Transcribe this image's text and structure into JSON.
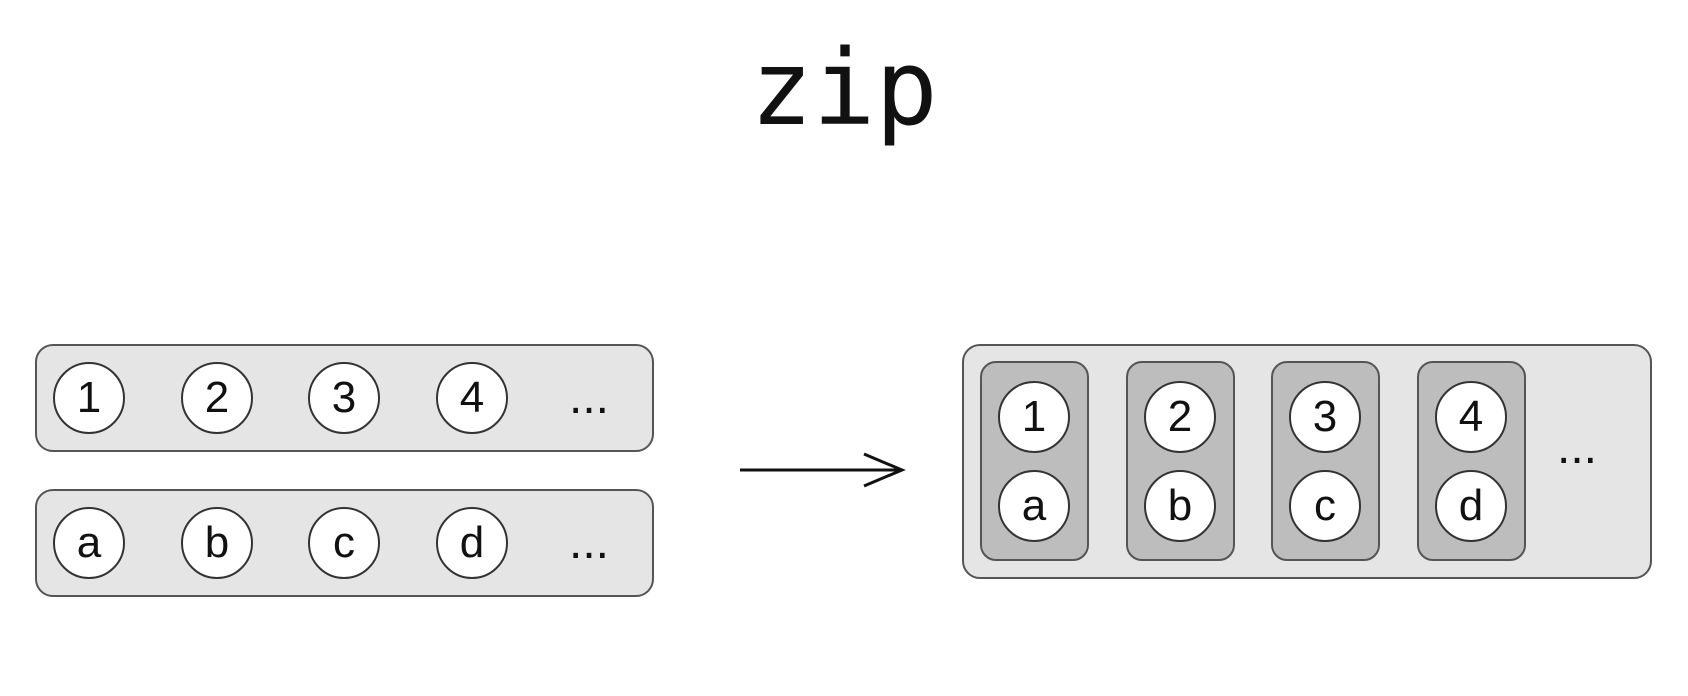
{
  "title": "zip",
  "inputs": {
    "numbers": {
      "items": [
        "1",
        "2",
        "3",
        "4"
      ],
      "ellipsis": "..."
    },
    "letters": {
      "items": [
        "a",
        "b",
        "c",
        "d"
      ],
      "ellipsis": "..."
    }
  },
  "output": {
    "pairs": [
      {
        "top": "1",
        "bottom": "a"
      },
      {
        "top": "2",
        "bottom": "b"
      },
      {
        "top": "3",
        "bottom": "c"
      },
      {
        "top": "4",
        "bottom": "d"
      }
    ],
    "ellipsis": "..."
  },
  "colors": {
    "tray_fill": "#e5e5e5",
    "pair_fill": "#bdbdbd",
    "stroke": "#555555",
    "circle_fill": "#ffffff",
    "text": "#111111"
  },
  "icons": {
    "arrow": "right-arrow-icon"
  }
}
